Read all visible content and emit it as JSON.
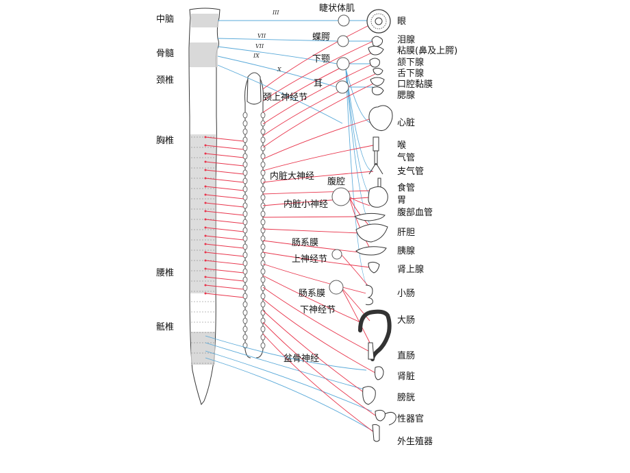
{
  "spine_labels": [
    "中脑",
    "骨髓",
    "颈椎",
    "胸椎",
    "腰椎",
    "骶椎"
  ],
  "organ_labels": [
    "眼",
    "泪腺",
    "粘膜(鼻及上腭)",
    "颔下腺",
    "舌下腺",
    "口腔黏膜",
    "腮腺",
    "心脏",
    "喉",
    "气管",
    "支气管",
    "食管",
    "胃",
    "腹部血管",
    "肝胆",
    "胰腺",
    "肾上腺",
    "小肠",
    "大肠",
    "直肠",
    "肾脏",
    "膀胱",
    "性器官",
    "外生殖器"
  ],
  "ganglion_labels": [
    "睫状体肌",
    "蝶腭",
    "下颚",
    "耳",
    "颈上神经节",
    "内脏大神经",
    "腹腔",
    "内脏小神经",
    "肠系膜",
    "上神经节",
    "肠系膜",
    "下神经节",
    "盆骨神经"
  ],
  "cranial_nerves": [
    "III",
    "VII",
    "VII",
    "IX",
    "X"
  ],
  "colors": {
    "sympathetic": "#e8334a",
    "parasympathetic": "#57a8d8",
    "shade": "#cfcfcf"
  }
}
